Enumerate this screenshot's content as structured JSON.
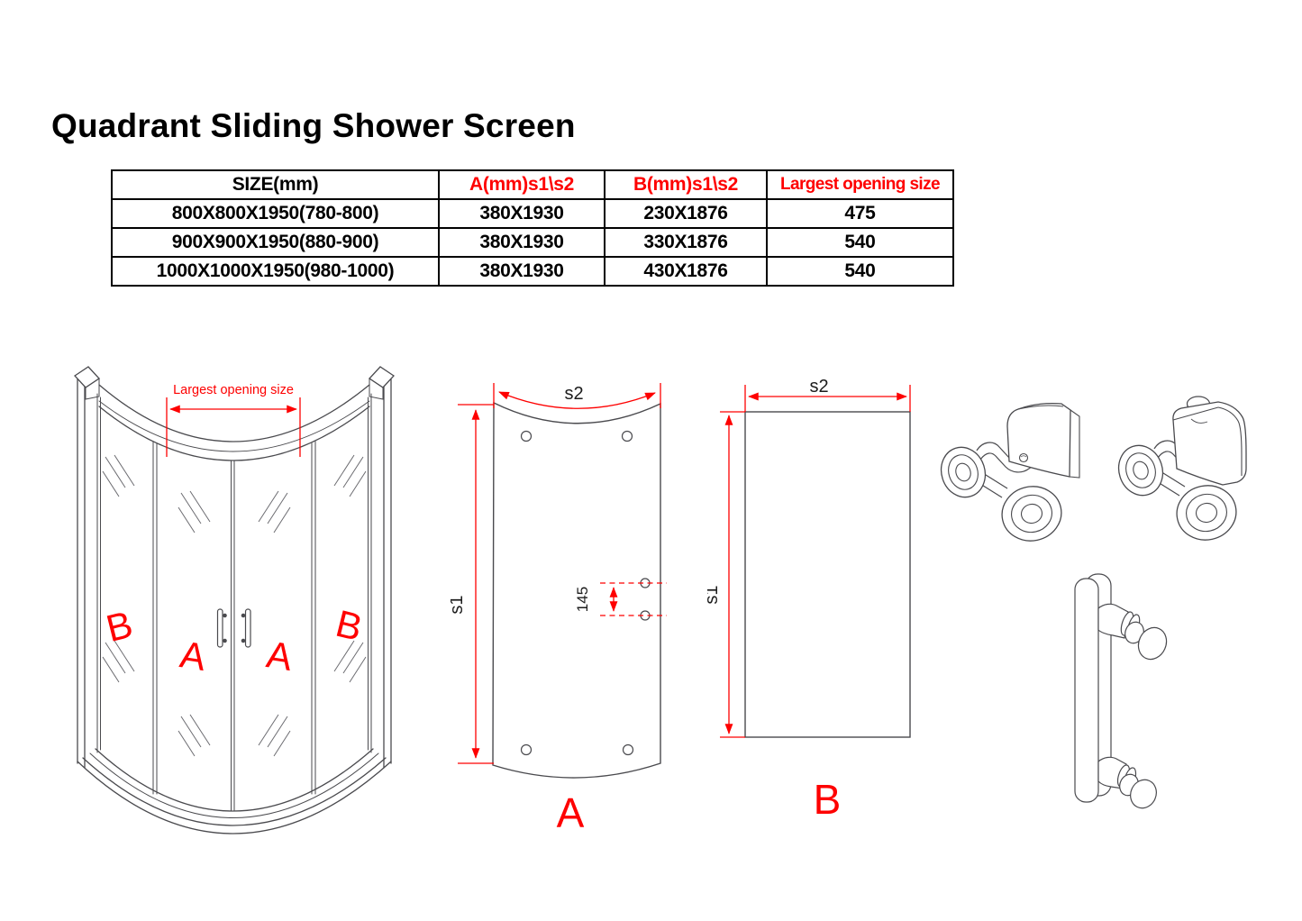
{
  "page": {
    "title": "Quadrant Sliding Shower Screen"
  },
  "colors": {
    "accent_red": "#fe0000",
    "drawing_line": "#4a4a4e",
    "text": "#000000"
  },
  "spec_table": {
    "col_headers": [
      "SIZE(mm)",
      "A(mm)s1\\s2",
      "B(mm)s1\\s2",
      "Largest opening size"
    ],
    "rows": [
      [
        "800X800X1950(780-800)",
        "380X1930",
        "230X1876",
        "475"
      ],
      [
        "900X900X1950(880-900)",
        "380X1930",
        "330X1876",
        "540"
      ],
      [
        "1000X1000X1950(980-1000)",
        "380X1930",
        "430X1876",
        "540"
      ]
    ]
  },
  "enclosure_view": {
    "opening_label": "Largest opening size",
    "panels": {
      "left_fixed": "B",
      "left_door": "A",
      "right_door": "A",
      "right_fixed": "B"
    }
  },
  "panel_a": {
    "width_label": "s2",
    "height_label": "s1",
    "hole_pitch": "145",
    "name": "A"
  },
  "panel_b": {
    "width_label": "s2",
    "height_label": "s1",
    "name": "B"
  },
  "hardware_icons": {
    "roller_left": "twin-wheel-roller",
    "roller_right": "twin-wheel-roller-with-button",
    "handle": "door-handle"
  }
}
